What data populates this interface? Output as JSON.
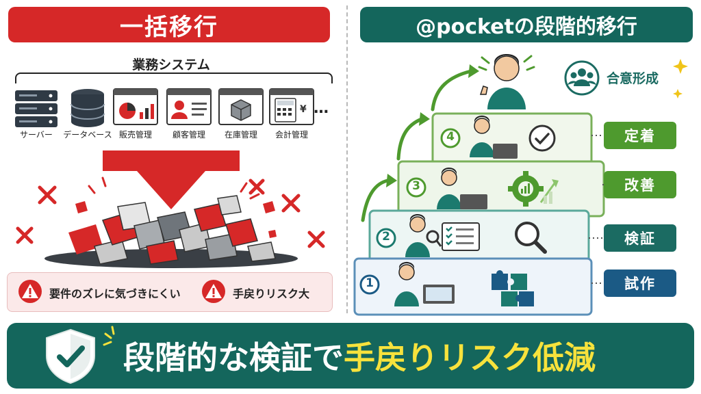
{
  "left": {
    "banner": "一括移行",
    "system_title": "業務システム",
    "systems": [
      {
        "label": "サーバー",
        "icon": "server-icon"
      },
      {
        "label": "データベース",
        "icon": "database-icon"
      },
      {
        "label": "販売管理",
        "icon": "sales-chart-icon"
      },
      {
        "label": "顧客管理",
        "icon": "customer-card-icon"
      },
      {
        "label": "在庫管理",
        "icon": "inventory-box-icon"
      },
      {
        "label": "会計管理",
        "icon": "calculator-icon"
      }
    ],
    "ellipsis": "…",
    "risks": [
      {
        "label": "要件のズレに気づきにくい",
        "icon": "warning-icon"
      },
      {
        "label": "手戻りリスク大",
        "icon": "warning-icon"
      }
    ]
  },
  "right": {
    "banner": "@pocketの段階的移行",
    "consensus": "合意形成",
    "steps": [
      {
        "number": "1",
        "tag": "試作",
        "icon": "puzzle-icon"
      },
      {
        "number": "2",
        "tag": "検証",
        "icon": "magnifier-icon"
      },
      {
        "number": "3",
        "tag": "改善",
        "icon": "gear-growth-icon"
      },
      {
        "number": "4",
        "tag": "定着",
        "icon": "check-circle-icon"
      }
    ]
  },
  "bottom": {
    "text_white": "段階的な検証で",
    "text_yellow": "手戻りリスク低減"
  },
  "colors": {
    "red": "#d62828",
    "teal": "#14665c",
    "green": "#4e9a2e",
    "blue": "#1b5a85",
    "yellow": "#f7e23c"
  }
}
